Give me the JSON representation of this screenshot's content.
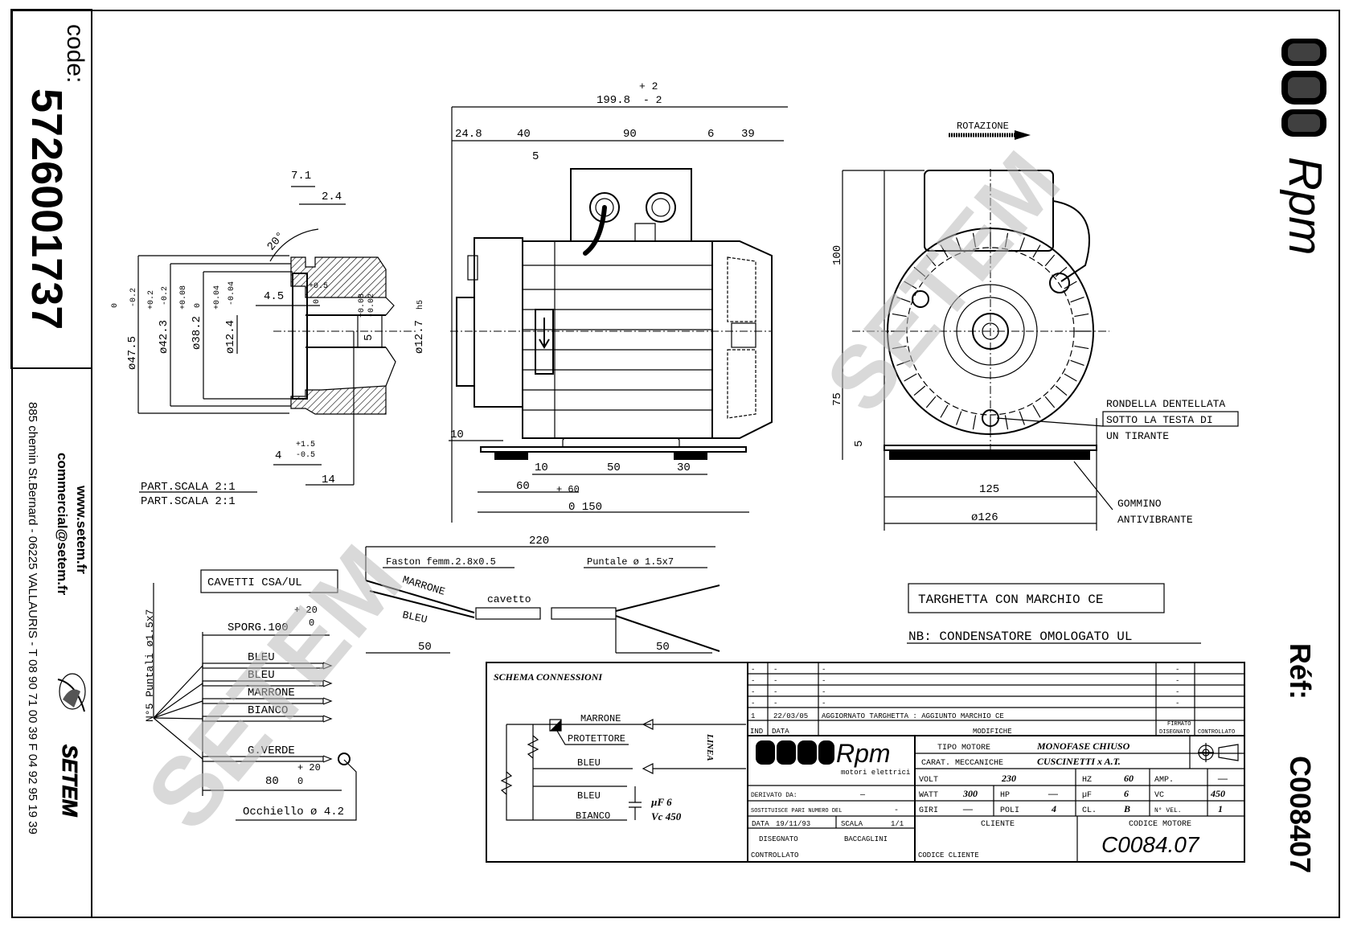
{
  "left_panel": {
    "code_label": "code:",
    "code_value": "5726001737",
    "website": "www.setem.fr",
    "email": "commercial@setem.fr",
    "address": "885 chemin St.Bernard  -  06225 VALLAURIS  -  T 08 90 71 00 39   F 04 92 95 19 39",
    "company_logo_text": "SETEM"
  },
  "right_panel": {
    "brand": "Rpm",
    "ref_label": "Réf:",
    "ref_value": "C008407"
  },
  "detail_view": {
    "scale_label_1": "PART.SCALA 2:1",
    "scale_label_2": "PART.SCALA 2:1",
    "dims": {
      "d1": "7.1",
      "d2": "2.4",
      "angle": "20°",
      "dia_47": "ø47.5",
      "dia_47_tol_top": "0",
      "dia_47_tol_bot": "-0.2",
      "dia_42": "ø42.3",
      "dia_42_tol_top": "+0.2",
      "dia_42_tol_bot": "-0.2",
      "dia_38": "ø38.2",
      "dia_38_tol_top": "+0.08",
      "dia_38_tol_bot": "0",
      "dia_12": "ø12.4",
      "dia_12_tol_top": "+0.04",
      "dia_12_tol_bot": "-0.04",
      "d45": "4.5",
      "d45_tol_top": "+0.5",
      "d45_tol_bot": "0",
      "d5": "5",
      "d5_tol_top": "+0.08",
      "d5_tol_bot": "-0.02",
      "shaft": "ø12.7",
      "shaft_fit": "h5",
      "d4": "4",
      "d4_tol_top": "+1.5",
      "d4_tol_bot": "-0.5",
      "d14": "14"
    }
  },
  "side_view": {
    "overall": "199.8",
    "overall_tol_top": "+ 2",
    "overall_tol_bot": "- 2",
    "d248": "24.8",
    "d40": "40",
    "d90": "90",
    "d6": "6",
    "d39": "39",
    "d5": "5",
    "d10a": "10",
    "d10b": "10",
    "d50": "50",
    "d30": "30",
    "d60": "60",
    "d60b": "+ 60",
    "d150": "0  150"
  },
  "front_view": {
    "rotation_label": "ROTAZIONE",
    "d100": "100",
    "d75": "75",
    "d5": "5",
    "d125": "125",
    "d126": "ø126",
    "note_washer": [
      "RONDELLA DENTELLATA",
      "SOTTO LA TESTA DI",
      "UN TIRANTE"
    ],
    "note_rubber": [
      "GOMMINO",
      "ANTIVIBRANTE"
    ]
  },
  "cables_ul": {
    "title": "CAVETTI CSA/UL",
    "sporg": "SPORG.100",
    "sporg_tol_top": "+ 20",
    "sporg_tol_bot": "0",
    "vertical_label": "N°5 Puntali ø1.5x7",
    "wires": [
      "BLEU",
      "BLEU",
      "MARRONE",
      "BIANCO",
      "G.VERDE"
    ],
    "d80": "80",
    "d80_tol_top": "+ 20",
    "d80_tol_bot": "0",
    "eyelet": "Occhiello ø 4.2"
  },
  "cable_ce": {
    "d220": "220",
    "faston": "Faston femm.2.8x0.5",
    "puntale": "Puntale ø 1.5x7",
    "wire1": "MARRONE",
    "wire2": "BLEU",
    "cable": "cavetto",
    "d50a": "50",
    "d50b": "50"
  },
  "notes": {
    "ce_plate": "TARGHETTA CON MARCHIO CE",
    "capacitor": "NB: CONDENSATORE OMOLOGATO UL"
  },
  "schematic": {
    "title": "SCHEMA CONNESSIONI",
    "marrone": "MARRONE",
    "protettore": "PROTETTORE",
    "bleu1": "BLEU",
    "bleu2": "BLEU",
    "bianco": "BIANCO",
    "linea": "LINEA",
    "cap_uf": "µF  6",
    "cap_vc": "Vc  450"
  },
  "title_block": {
    "revisions": [
      {
        "ind": "-",
        "data": "-",
        "modifica": "-",
        "signed": "-"
      },
      {
        "ind": "-",
        "data": "-",
        "modifica": "-",
        "signed": "-"
      },
      {
        "ind": "-",
        "data": "-",
        "modifica": "-",
        "signed": "-"
      },
      {
        "ind": "-",
        "data": "-",
        "modifica": "-",
        "signed": "-"
      },
      {
        "ind": "1",
        "data": "22/03/05",
        "modifica": "AGGIORNATO TARGHETTA : AGGIUNTO MARCHIO CE",
        "signed": ""
      }
    ],
    "hdr_ind": "IND",
    "hdr_data": "DATA",
    "hdr_modifiche": "MODIFICHE",
    "hdr_disegnato": "DISEGNATO",
    "hdr_controllato": "CONTROLLATO",
    "hdr_firmato": "FIRMATO",
    "logo_brand": "Rpm",
    "logo_sub": "motori elettrici",
    "tipo_motore_label": "TIPO MOTORE",
    "tipo_motore": "MONOFASE CHIUSO",
    "carat_label": "CARAT. MECCANICHE",
    "carat": "CUSCINETTI x A.T.",
    "volt_label": "VOLT",
    "volt": "230",
    "hz_label": "HZ",
    "hz": "60",
    "amp_label": "AMP.",
    "amp": "—",
    "watt_label": "WATT",
    "watt": "300",
    "hp_label": "HP",
    "hp": "—",
    "uf_label": "µF",
    "uf": "6",
    "vc_label": "VC",
    "vc": "450",
    "giri_label": "GIRI",
    "giri": "—",
    "poli_label": "POLI",
    "poli": "4",
    "cl_label": "CL.",
    "cl": "B",
    "nvel_label": "N° VEL.",
    "nvel": "1",
    "derivato_label": "DERIVATO DA:",
    "derivato": "—",
    "sostituisce_label": "SOSTITUISCE PARI NUMERO DEL",
    "sostituisce": "-",
    "data_label": "DATA",
    "data": "19/11/93",
    "scala_label": "SCALA",
    "scala": "1/1",
    "disegnato_label": "DISEGNATO",
    "disegnato": "BACCAGLINI",
    "controllato_label": "CONTROLLATO",
    "cliente_label": "CLIENTE",
    "codice_cliente_label": "CODICE CLIENTE",
    "codice_motore_label": "CODICE MOTORE",
    "codice_motore": "C0084.07"
  },
  "watermark": "SETEM"
}
